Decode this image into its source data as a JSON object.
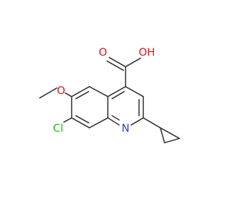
{
  "molecule": {
    "atoms": {
      "o_carbonyl": {
        "text": "O",
        "color": "#e8191c"
      },
      "o_hydroxyl": {
        "text": "OH",
        "color": "#e8191c"
      },
      "o_methoxy": {
        "text": "O",
        "color": "#e8191c"
      },
      "cl": {
        "text": "Cl",
        "color": "#1fbf1f"
      },
      "n": {
        "text": "N",
        "color": "#2c3fd6"
      }
    },
    "bond_color": "#3a3a3a"
  }
}
